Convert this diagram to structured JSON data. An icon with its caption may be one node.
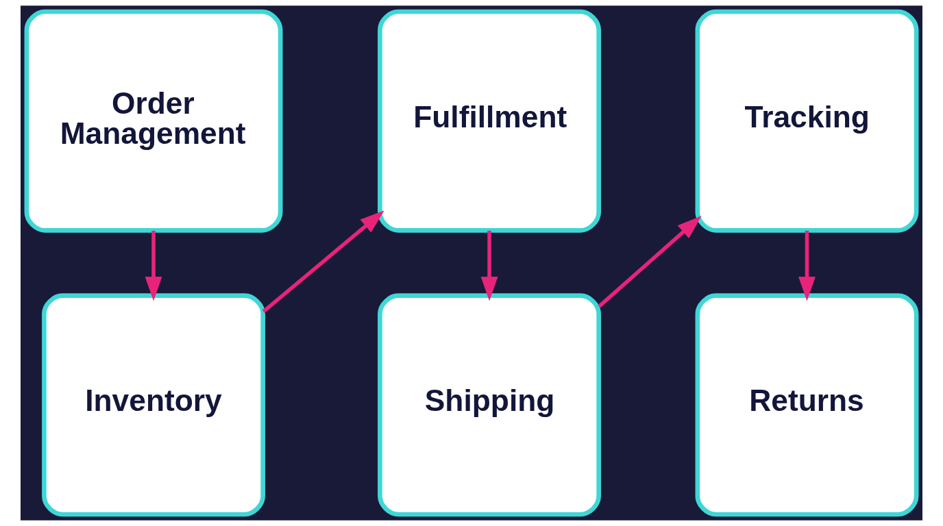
{
  "diagram": {
    "nodes": [
      {
        "text": [
          "Order Management"
        ]
      },
      {
        "text": [
          "Inventory"
        ]
      },
      {
        "text": [
          "Fulfillment"
        ]
      },
      {
        "text": [
          "Shipping"
        ]
      },
      {
        "text": [
          "Tracking"
        ]
      },
      {
        "text": [
          "Returns"
        ]
      }
    ],
    "edges": [
      {
        "from": 0,
        "to": 1,
        "arrow": "to"
      },
      {
        "from": 1,
        "to": 2,
        "arrow": "to"
      },
      {
        "from": 2,
        "to": 3,
        "arrow": "to"
      },
      {
        "from": 3,
        "to": 4,
        "arrow": "to"
      },
      {
        "from": 4,
        "to": 5,
        "arrow": "to"
      }
    ]
  }
}
